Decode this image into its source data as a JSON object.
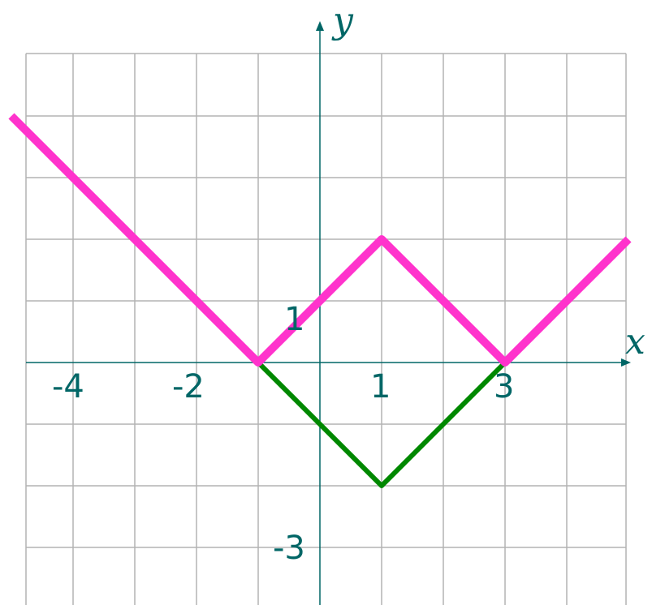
{
  "chart_data": {
    "type": "line",
    "xlabel": "x",
    "ylabel": "y",
    "xlim": [
      -5,
      5
    ],
    "ylim": [
      -4,
      5
    ],
    "grid": true,
    "x_tick_labels": [
      {
        "value": -4,
        "text": "-4"
      },
      {
        "value": -2,
        "text": "-2"
      },
      {
        "value": 1,
        "text": "1"
      },
      {
        "value": 3,
        "text": "3"
      }
    ],
    "y_tick_labels": [
      {
        "value": 1,
        "text": "1"
      },
      {
        "value": -3,
        "text": "-3"
      }
    ],
    "series": [
      {
        "color": "#008800",
        "points": [
          [
            -1,
            0
          ],
          [
            1,
            -2
          ],
          [
            3,
            0
          ]
        ]
      },
      {
        "color": "#ff33cc",
        "points": [
          [
            -5,
            4
          ],
          [
            -1,
            0
          ],
          [
            1,
            2
          ],
          [
            3,
            0
          ],
          [
            5,
            2
          ]
        ]
      }
    ]
  }
}
